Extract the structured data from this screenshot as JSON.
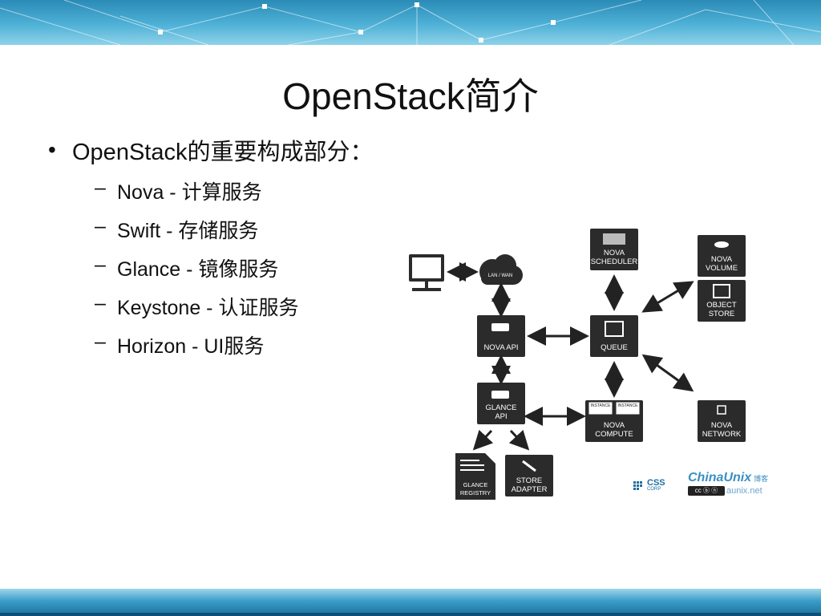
{
  "slide": {
    "title": "OpenStack简介",
    "bullet": "OpenStack的重要构成部分：",
    "items": [
      "Nova - 计算服务",
      "Swift - 存储服务",
      "Glance - 镜像服务",
      "Keystone - 认证服务",
      "Horizon - UI服务"
    ]
  },
  "diagram": {
    "cloud": "LAN / WAN",
    "nova_api": "NOVA API",
    "glance_api_1": "GLANCE",
    "glance_api_2": "API",
    "scheduler_1": "NOVA",
    "scheduler_2": "SCHEDULER",
    "queue": "QUEUE",
    "volume_1": "NOVA",
    "volume_2": "VOLUME",
    "object_1": "OBJECT",
    "object_2": "STORE",
    "compute_instance": "INSTANCE",
    "compute_1": "NOVA",
    "compute_2": "COMPUTE",
    "network_1": "NOVA",
    "network_2": "NETWORK",
    "registry_1": "GLANCE",
    "registry_2": "REGISTRY",
    "adapter_1": "STORE",
    "adapter_2": "ADAPTER"
  },
  "logos": {
    "css_corp": "CSS",
    "css_corp_sub": "CORP",
    "chinaunix": "ChinaUnix",
    "chinaunix_blog": "博客",
    "chinaunix_url": "aunix.net"
  },
  "colors": {
    "band_dark": "#1c6f9b",
    "band_light": "#4fb1d6",
    "box": "#2b2b2b"
  }
}
